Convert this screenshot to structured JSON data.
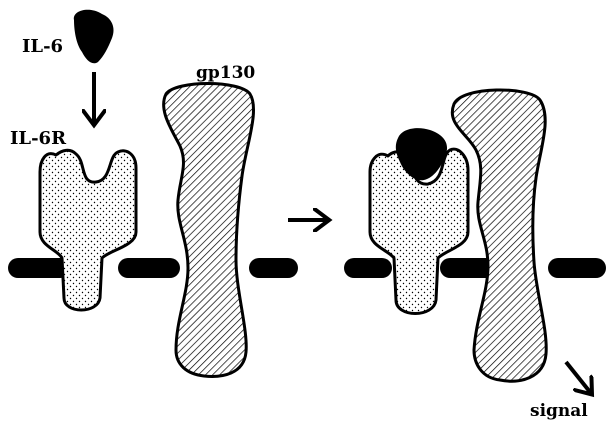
{
  "labels": {
    "ligand": "IL-6",
    "receptor": "IL-6R",
    "transducer": "gp130",
    "output": "signal"
  },
  "colors": {
    "ink": "#000000",
    "paper": "#ffffff"
  }
}
